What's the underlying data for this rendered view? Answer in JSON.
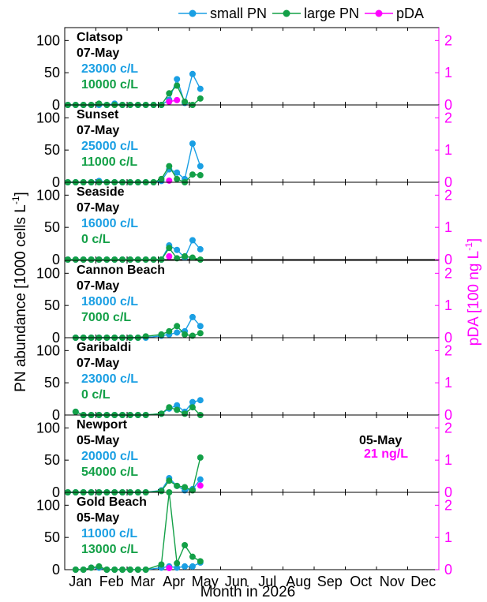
{
  "legend": [
    {
      "name": "small PN",
      "color": "#1a9fe3"
    },
    {
      "name": "large PN",
      "color": "#13a047"
    },
    {
      "name": "pDA",
      "color": "#ff00ff"
    }
  ],
  "left_axis_label": "PN abundance [1000 cells L",
  "left_axis_sup": "-1",
  "left_axis_close": "]",
  "right_axis_label": "pDA [100 ng L",
  "right_axis_sup": "-1",
  "right_axis_close": "]",
  "xlabel": "Month in 2026",
  "months": [
    "Jan",
    "Feb",
    "Mar",
    "Apr",
    "May",
    "Jun",
    "Jul",
    "Aug",
    "Sep",
    "Oct",
    "Nov",
    "Dec"
  ],
  "left_ticks": [
    "0",
    "50",
    "100"
  ],
  "right_ticks": [
    "0",
    "1",
    "2"
  ],
  "chart_data": [
    {
      "type": "line",
      "site": "Clatsop",
      "date": "07-May",
      "small_label": "23000 c/L",
      "large_label": "10000 c/L",
      "ylim": [
        0,
        120
      ],
      "y2lim": [
        0,
        2.4
      ],
      "series": [
        {
          "name": "small PN",
          "x": [
            0.1,
            0.35,
            0.6,
            0.85,
            1.1,
            1.35,
            1.6,
            1.85,
            2.1,
            2.35,
            2.6,
            2.85,
            3.1,
            3.35,
            3.6,
            3.85,
            4.1,
            4.35
          ],
          "values": [
            0,
            0,
            0,
            0,
            0,
            0,
            2,
            0,
            0,
            0,
            0,
            0,
            0,
            8,
            40,
            3,
            48,
            25
          ]
        },
        {
          "name": "large PN",
          "x": [
            0.1,
            0.35,
            0.6,
            0.85,
            1.1,
            1.35,
            1.6,
            1.85,
            2.1,
            2.35,
            2.6,
            2.85,
            3.1,
            3.35,
            3.6,
            3.85,
            4.1,
            4.35
          ],
          "values": [
            0,
            0,
            0,
            0,
            2,
            0,
            0,
            0,
            0,
            0,
            0,
            0,
            0,
            18,
            30,
            5,
            0,
            10
          ]
        },
        {
          "name": "pDA",
          "x": [
            3.35,
            3.6
          ],
          "values": [
            0.1,
            0.15
          ]
        }
      ]
    },
    {
      "type": "line",
      "site": "Sunset",
      "date": "07-May",
      "small_label": "25000 c/L",
      "large_label": "11000 c/L",
      "ylim": [
        0,
        120
      ],
      "y2lim": [
        0,
        2.4
      ],
      "series": [
        {
          "name": "small PN",
          "x": [
            0.1,
            0.35,
            0.6,
            0.85,
            1.1,
            1.35,
            1.6,
            1.85,
            2.1,
            2.35,
            2.6,
            2.85,
            3.1,
            3.35,
            3.6,
            3.85,
            4.1,
            4.35
          ],
          "values": [
            0,
            0,
            0,
            0,
            2,
            0,
            0,
            0,
            0,
            0,
            0,
            0,
            2,
            20,
            15,
            5,
            60,
            25
          ]
        },
        {
          "name": "large PN",
          "x": [
            0.1,
            0.35,
            0.6,
            0.85,
            1.1,
            1.35,
            1.6,
            1.85,
            2.1,
            2.35,
            2.6,
            2.85,
            3.1,
            3.35,
            3.6,
            3.85,
            4.1,
            4.35
          ],
          "values": [
            0,
            0,
            0,
            0,
            0,
            0,
            0,
            0,
            0,
            0,
            0,
            0,
            5,
            25,
            5,
            0,
            12,
            11
          ]
        },
        {
          "name": "pDA",
          "x": [
            3.35
          ],
          "values": [
            0.05
          ]
        }
      ]
    },
    {
      "type": "line",
      "site": "Seaside",
      "date": "07-May",
      "small_label": "16000 c/L",
      "large_label": "0 c/L",
      "ylim": [
        0,
        120
      ],
      "y2lim": [
        0,
        2.4
      ],
      "series": [
        {
          "name": "small PN",
          "x": [
            0.1,
            0.35,
            0.6,
            0.85,
            1.1,
            1.35,
            1.6,
            1.85,
            2.1,
            2.35,
            2.6,
            2.85,
            3.1,
            3.35,
            3.6,
            3.85,
            4.1,
            4.35
          ],
          "values": [
            0,
            0,
            0,
            0,
            0,
            0,
            0,
            0,
            0,
            0,
            0,
            0,
            0,
            22,
            15,
            3,
            30,
            16
          ]
        },
        {
          "name": "large PN",
          "x": [
            0.1,
            0.35,
            0.6,
            0.85,
            1.1,
            1.35,
            1.6,
            1.85,
            2.1,
            2.35,
            2.6,
            2.85,
            3.1,
            3.35,
            3.6,
            3.85,
            4.1,
            4.35
          ],
          "values": [
            0,
            0,
            0,
            0,
            0,
            0,
            0,
            0,
            0,
            0,
            0,
            0,
            0,
            18,
            2,
            5,
            3,
            0
          ]
        },
        {
          "name": "pDA",
          "x": [
            3.35
          ],
          "values": [
            0.1
          ]
        }
      ]
    },
    {
      "type": "line",
      "site": "Cannon Beach",
      "date": "07-May",
      "small_label": "18000 c/L",
      "large_label": "7000 c/L",
      "ylim": [
        0,
        120
      ],
      "y2lim": [
        0,
        2.4
      ],
      "series": [
        {
          "name": "small PN",
          "x": [
            0.35,
            0.6,
            0.85,
            1.1,
            1.35,
            1.6,
            1.85,
            2.1,
            2.35,
            2.6,
            3.1,
            3.35,
            3.6,
            3.85,
            4.1,
            4.35
          ],
          "values": [
            0,
            0,
            0,
            0,
            0,
            0,
            0,
            0,
            0,
            0,
            3,
            5,
            8,
            10,
            32,
            18
          ]
        },
        {
          "name": "large PN",
          "x": [
            0.35,
            0.6,
            0.85,
            1.1,
            1.35,
            1.6,
            1.85,
            2.1,
            2.35,
            2.6,
            3.1,
            3.35,
            3.6,
            3.85,
            4.1,
            4.35
          ],
          "values": [
            0,
            0,
            0,
            0,
            0,
            0,
            0,
            0,
            0,
            2,
            5,
            10,
            18,
            5,
            3,
            7
          ]
        }
      ]
    },
    {
      "type": "line",
      "site": "Garibaldi",
      "date": "07-May",
      "small_label": "23000 c/L",
      "large_label": "0 c/L",
      "ylim": [
        0,
        120
      ],
      "y2lim": [
        0,
        2.4
      ],
      "series": [
        {
          "name": "small PN",
          "x": [
            0.35,
            0.6,
            0.85,
            1.1,
            1.35,
            1.6,
            1.85,
            2.1,
            2.35,
            2.6,
            3.1,
            3.35,
            3.6,
            3.85,
            4.1,
            4.35
          ],
          "values": [
            5,
            0,
            0,
            0,
            0,
            0,
            0,
            0,
            0,
            0,
            2,
            10,
            15,
            5,
            20,
            23
          ]
        },
        {
          "name": "large PN",
          "x": [
            0.35,
            0.6,
            0.85,
            1.1,
            1.35,
            1.6,
            1.85,
            2.1,
            2.35,
            2.6,
            3.1,
            3.35,
            3.6,
            3.85,
            4.1,
            4.35
          ],
          "values": [
            5,
            0,
            0,
            0,
            0,
            0,
            0,
            0,
            0,
            0,
            2,
            12,
            8,
            2,
            12,
            0
          ]
        }
      ]
    },
    {
      "type": "line",
      "site": "Newport",
      "date": "05-May",
      "small_label": "20000 c/L",
      "large_label": "54000 c/L",
      "pda_date": "05-May",
      "pda_label": "21 ng/L",
      "ylim": [
        0,
        120
      ],
      "y2lim": [
        0,
        2.4
      ],
      "series": [
        {
          "name": "small PN",
          "x": [
            0.1,
            0.35,
            0.6,
            0.85,
            1.1,
            1.35,
            1.6,
            1.85,
            2.1,
            2.35,
            2.6,
            3.1,
            3.35,
            3.6,
            3.85,
            4.1,
            4.35
          ],
          "values": [
            0,
            0,
            0,
            0,
            0,
            0,
            0,
            0,
            0,
            0,
            0,
            3,
            22,
            10,
            3,
            5,
            20
          ]
        },
        {
          "name": "large PN",
          "x": [
            0.1,
            0.35,
            0.6,
            0.85,
            1.1,
            1.35,
            1.6,
            1.85,
            2.1,
            2.35,
            2.6,
            3.1,
            3.35,
            3.6,
            3.85,
            4.1,
            4.35
          ],
          "values": [
            0,
            0,
            0,
            0,
            0,
            0,
            0,
            0,
            0,
            0,
            0,
            2,
            18,
            10,
            8,
            3,
            54
          ]
        },
        {
          "name": "pDA",
          "x": [
            4.35
          ],
          "values": [
            0.21
          ]
        }
      ]
    },
    {
      "type": "line",
      "site": "Gold Beach",
      "date": "05-May",
      "small_label": "11000 c/L",
      "large_label": "13000 c/L",
      "ylim": [
        0,
        120
      ],
      "y2lim": [
        0,
        2.4
      ],
      "series": [
        {
          "name": "small PN",
          "x": [
            0.35,
            0.6,
            0.85,
            1.1,
            1.35,
            1.6,
            1.85,
            2.1,
            2.35,
            2.6,
            3.1,
            3.35,
            3.6,
            3.85,
            4.1,
            4.35
          ],
          "values": [
            0,
            0,
            3,
            3,
            0,
            0,
            0,
            0,
            0,
            0,
            3,
            5,
            3,
            5,
            5,
            11
          ]
        },
        {
          "name": "large PN",
          "x": [
            0.35,
            0.6,
            0.85,
            1.1,
            1.35,
            1.6,
            1.85,
            2.1,
            2.35,
            2.6,
            3.1,
            3.35,
            3.6,
            3.85,
            4.1,
            4.35
          ],
          "values": [
            0,
            0,
            3,
            5,
            0,
            0,
            0,
            0,
            0,
            0,
            8,
            120,
            10,
            38,
            20,
            13
          ]
        },
        {
          "name": "pDA",
          "x": [
            3.35
          ],
          "values": [
            0.05
          ]
        }
      ]
    }
  ]
}
